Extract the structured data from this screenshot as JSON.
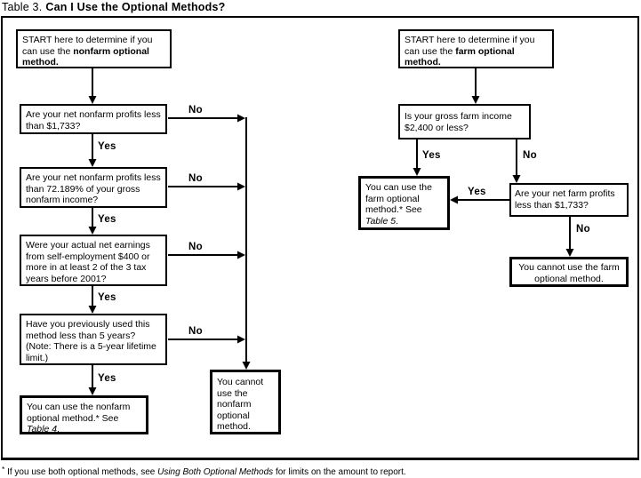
{
  "title": {
    "prefix": "Table 3.",
    "main": "Can I Use the Optional Methods?"
  },
  "labels": {
    "yes": "Yes",
    "no": "No"
  },
  "colors": {
    "ink": "#000000",
    "background": "#ffffff"
  },
  "nonfarm": {
    "start": {
      "normal": "START here to determine if you can use the ",
      "bold": "nonfarm optional method."
    },
    "q_profits": "Are your net nonfarm profits less than $1,733?",
    "q_percent": "Are your net nonfarm profits less than 72.189% of your gross nonfarm income?",
    "q_earnings": "Were your actual net earnings from self-employment $400 or more in at least 2 of the 3 tax years before 2001?",
    "q_previous": "Have you previously used this method less than 5 years? (Note: There is a 5-year lifetime limit.)",
    "can_use": {
      "normal": "You can use the nonfarm optional method.* See ",
      "italic": "Table 4",
      "suffix": "."
    },
    "cannot_use": "You cannot use the nonfarm optional method."
  },
  "farm": {
    "start": {
      "normal": "START here to determine if you can use the ",
      "bold": "farm optional method."
    },
    "q_income": "Is your gross farm income $2,400 or less?",
    "q_profits": "Are your net farm profits less than $1,733?",
    "can_use": {
      "normal": "You can use the farm optional method.* See ",
      "italic": "Table 5",
      "suffix": "."
    },
    "cannot_use": "You cannot use the farm optional method."
  },
  "footnote": {
    "marker": "*",
    "text": " If you use both optional methods, see ",
    "italic": "Using Both Optional Methods",
    "suffix": " for limits on the amount to report."
  }
}
